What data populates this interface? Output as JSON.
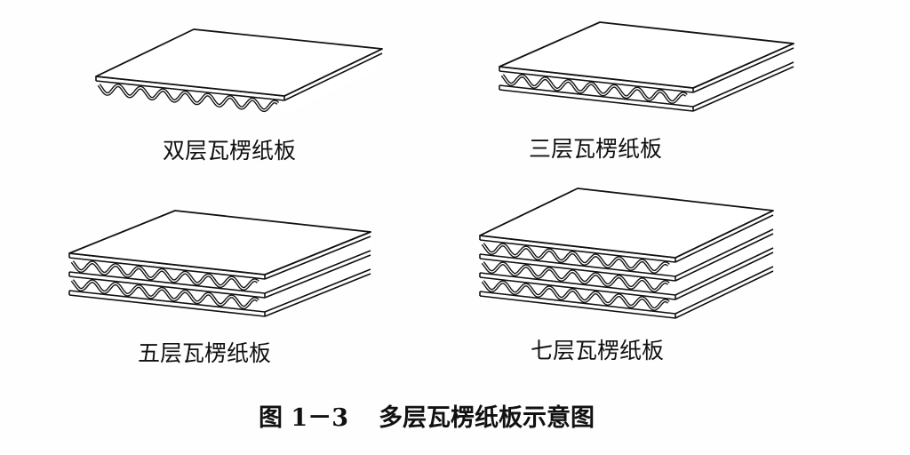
{
  "boards": [
    {
      "label": "双层瓦楞纸板",
      "flutes": 1,
      "bottom_liner": false
    },
    {
      "label": "三层瓦楞纸板",
      "flutes": 1,
      "bottom_liner": true
    },
    {
      "label": "五层瓦楞纸板",
      "flutes": 2,
      "bottom_liner": true
    },
    {
      "label": "七层瓦楞纸板",
      "flutes": 3,
      "bottom_liner": true
    }
  ],
  "caption": {
    "number": "图 1－3",
    "title": "多层瓦楞纸板示意图"
  },
  "colors": {
    "ink": "#111111",
    "paper": "#ffffff"
  }
}
